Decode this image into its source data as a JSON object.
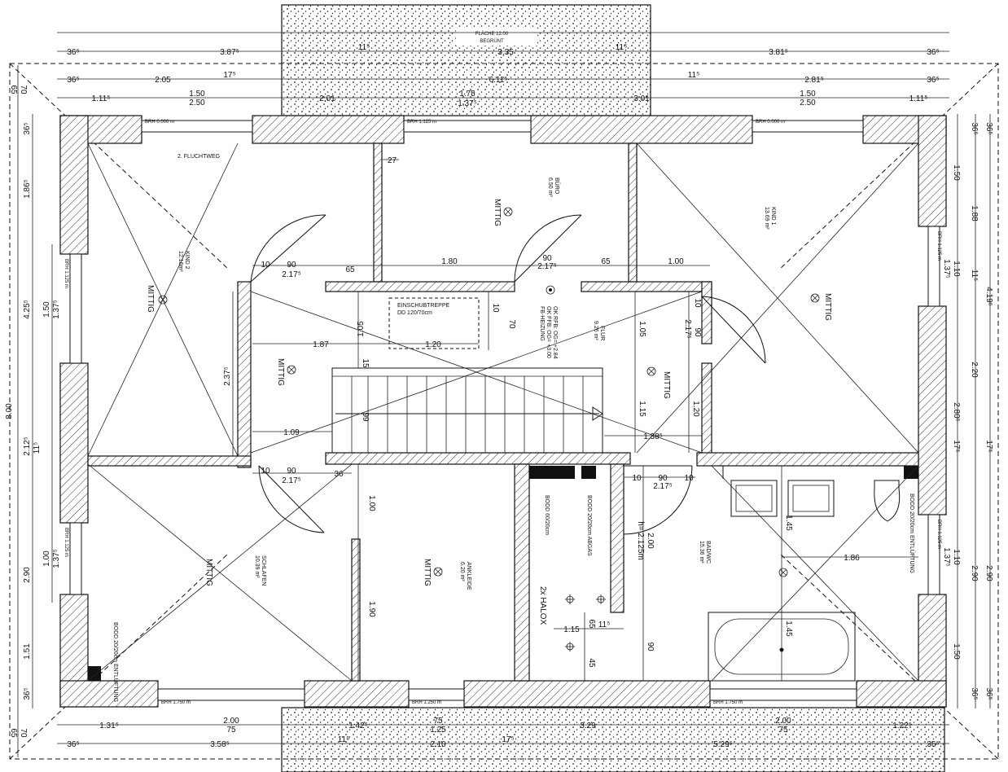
{
  "roof": {
    "flaeche": "FLÄCHE 12.00",
    "begruent": "BEGRÜNT"
  },
  "top_dims": {
    "row1": [
      "36⁵",
      "3.87⁵",
      "11⁵",
      "3.35",
      "11⁵",
      "3.81⁵",
      "36⁵"
    ],
    "row2": [
      "36⁵",
      "2.05",
      "17⁵",
      "6.11⁵",
      "11⁵",
      "2.81⁵",
      "36⁵"
    ],
    "row3": [
      "1.11⁵",
      "1.50",
      "2.01",
      "1.75",
      "3.01",
      "1.50",
      "1.11⁵"
    ],
    "row3b": [
      "2.50",
      "1.37⁵",
      "2.50"
    ]
  },
  "bottom_dims": {
    "row1": [
      "1.31⁵",
      "2.00",
      "1.42⁵",
      "75",
      "3.29",
      "2.00",
      "1.22⁵"
    ],
    "row1b": [
      "75",
      "1.25",
      "75"
    ],
    "row2": [
      "36⁵",
      "3.58⁵",
      "11⁵",
      "2.10",
      "17⁵",
      "5.29⁵",
      "36⁵"
    ]
  },
  "left_dims": {
    "outer": [
      "70",
      "65",
      "8.00",
      "70",
      "65"
    ],
    "inner1": [
      "36⁵",
      "1.86⁵",
      "4.25⁵",
      "2.12⁵",
      "11⁵",
      "2.90",
      "1.51",
      "36⁵"
    ],
    "inner2": [
      "1.50",
      "1.37⁵",
      "1.00",
      "1.37⁵"
    ]
  },
  "right_dims": {
    "outer": [
      "36⁵",
      "4.19⁵",
      "17⁵",
      "2.90",
      "36⁵"
    ],
    "inner1": [
      "36⁵",
      "1.50",
      "1.88",
      "1.10",
      "11⁵",
      "1.37⁵",
      "2.20",
      "2.80⁵",
      "17⁵",
      "1.10",
      "1.37⁵",
      "2.90",
      "1.50",
      "36⁵"
    ]
  },
  "windows": {
    "top_left": "BRH 0.000 m",
    "top_mid": "BRH 1.125 m",
    "top_right": "BRH 0.000 m",
    "left_top": "BRH 1.125 m",
    "left_bottom": "BRH 1.125 m",
    "right_top": "BRH 1.125 m",
    "right_bottom": "BRH 1.125 m",
    "bottom_left": "BRH 1.750 m",
    "bottom_mid": "BRH 1.250 m",
    "bottom_right": "BRH 1.750 m"
  },
  "rooms": {
    "fluchtweg": "2. FLUCHTWEG",
    "kind2": "KIND 2",
    "kind2_area": "12.16m²",
    "buero": "BÜRO",
    "buero_area": "6.50 m²",
    "kind1": "KIND 1",
    "kind1_area": "13.69 m²",
    "flur": "FLUR",
    "flur_area": "9.26 m²",
    "schlafen": "SCHLAFEN",
    "schlafen_area": "10.39 m²",
    "ankleide": "ANKLEIDE",
    "ankleide_area": "6.20 m²",
    "badwc": "BAD/WC",
    "badwc_area": "15.36 m²",
    "einschubtreppe": "EINSCHUBTREPPE",
    "einschub_dd": "DD 120/70cm",
    "ok_rfb": "OK RFB: OG= +2.84",
    "ok_ffb": "OK FFB: OG= +3.00",
    "fb_heizung": "FB-HEIZUNG",
    "bodd_abgas": "BODD 20/20cm ABGAS",
    "bodd_60": "BODD 60/20cm",
    "bodd_entl_right": "BODD 20/20cm ENTLÜFTUNG",
    "bodd_entl_left": "BODD 20/20cm ENTLÜFTUNG",
    "halox": "2x HALOX",
    "mittig": "MITTIG"
  },
  "interior_dims": {
    "d27": "27",
    "d10a": "10",
    "d90a": "90",
    "d217a": "2.17⁵",
    "d65a": "65",
    "d180": "1.80",
    "d90b": "90",
    "d217b": "2.17⁵",
    "d65b": "65",
    "d100a": "1.00",
    "d105a": "1.05",
    "d10b": "10",
    "d70": "70",
    "d187": "1.87",
    "d120a": "1.20",
    "d15": "15",
    "d237": "2.37⁵",
    "d109": "1.09",
    "d99": "99",
    "d105b": "1.05",
    "d10c": "10",
    "d90c": "90",
    "d217c": "2.17⁵",
    "d115": "1.15",
    "d120b": "1.20",
    "d138": "1.38⁵",
    "d10d": "10",
    "d90d": "90",
    "d217d": "2.17⁵",
    "d36": "36",
    "d100b": "1.00",
    "d190": "1.90",
    "d10e": "10",
    "d90e": "90",
    "d10f": "10",
    "d217e": "2.17⁵",
    "d200": "2.00",
    "h2125": "h= 2.125m",
    "d145a": "1.45",
    "d186": "1.86",
    "d145b": "1.45",
    "d115b": "1.15",
    "d11b": "11⁵",
    "d65c": "65",
    "d45": "45",
    "d90f": "90"
  }
}
